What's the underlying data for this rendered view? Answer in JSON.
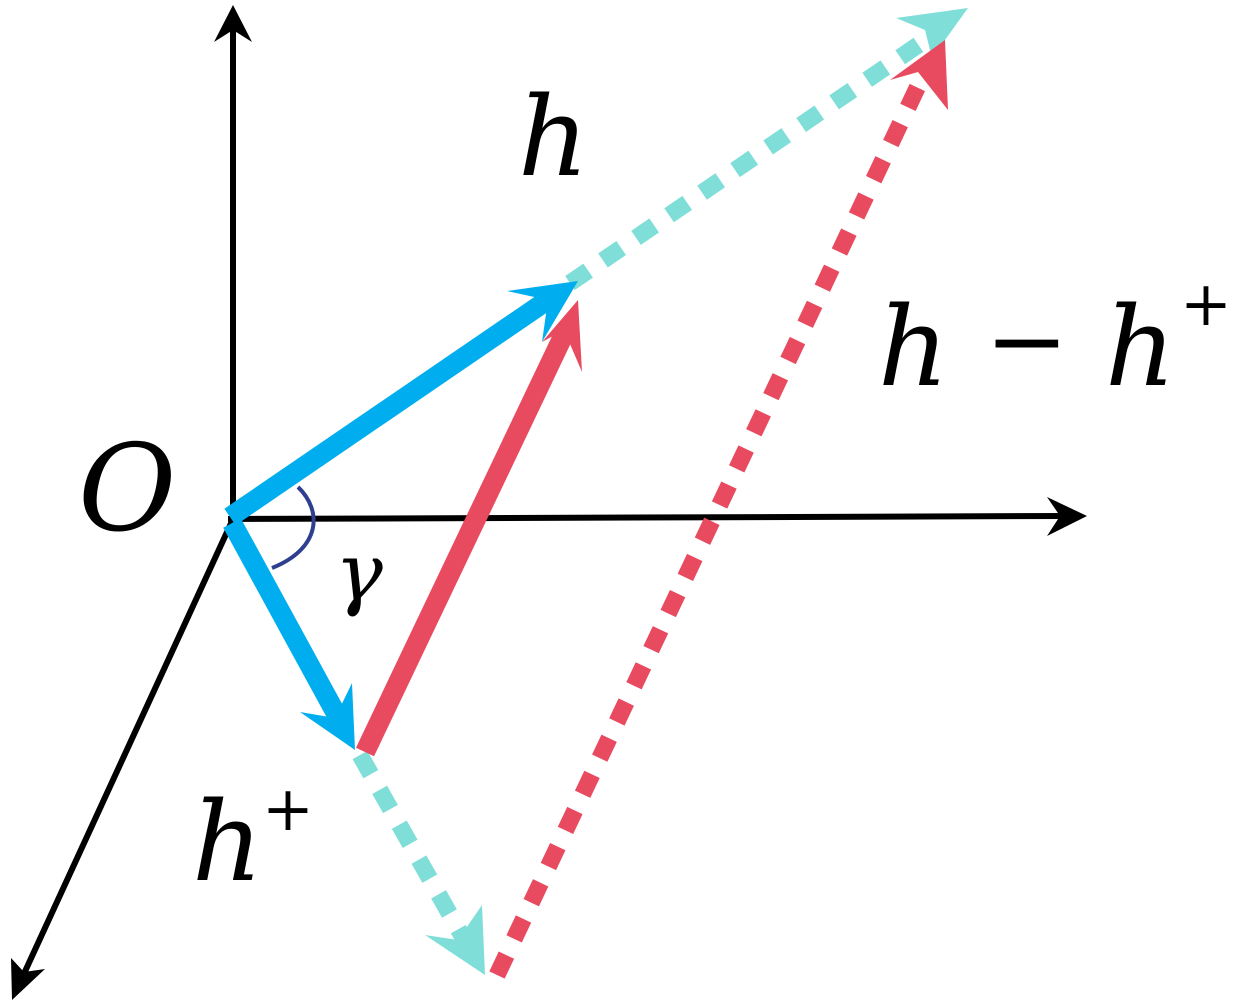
{
  "labels": {
    "origin": "O",
    "h": "h",
    "h_plus_base": "h",
    "h_plus_sup": "+",
    "diff_h": "h",
    "diff_minus": "−",
    "diff_h2": "h",
    "diff_sup": "+",
    "angle": "γ"
  },
  "colors": {
    "axis": "#000000",
    "vector_h": "#00aeef",
    "vector_diff": "#e84a5f",
    "dashed_h": "#7fded8",
    "dashed_diff": "#e84a5f",
    "angle_arc": "#2e3f8f"
  }
}
